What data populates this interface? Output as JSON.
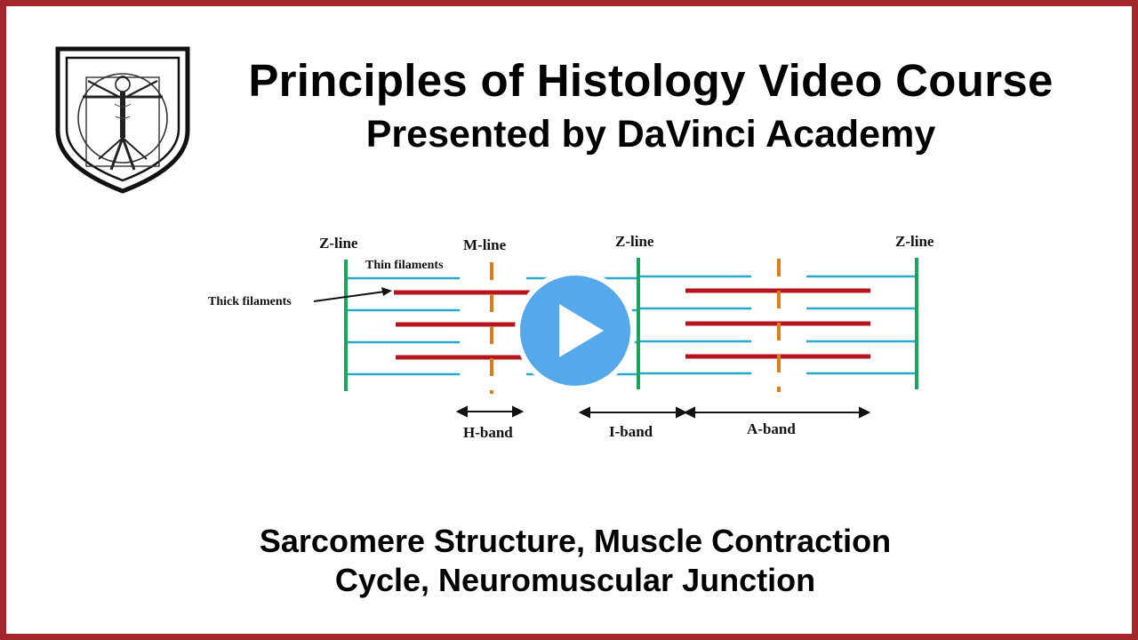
{
  "header": {
    "title": "Principles of Histology Video Course",
    "subtitle": "Presented by DaVinci Academy"
  },
  "logo": {
    "icon": "vitruvian-man-shield-icon"
  },
  "diagram": {
    "labels": {
      "z_line_left": "Z-line",
      "m_line": "M-line",
      "z_line_center": "Z-line",
      "z_line_right": "Z-line",
      "thin_filaments": "Thin filaments",
      "thick_filaments": "Thick filaments",
      "h_band": "H-band",
      "i_band": "I-band",
      "a_band": "A-band"
    },
    "colors": {
      "z_line": "#1aa35a",
      "thin_filament": "#27a8cc",
      "thick_filament": "#b5161e",
      "m_line": "#e07b1a"
    }
  },
  "player": {
    "play_icon": "play-icon",
    "button_color": "#55a9ea"
  },
  "caption": {
    "line1": "Sarcomere Structure, Muscle Contraction",
    "line2": "Cycle, Neuromuscular Junction"
  }
}
